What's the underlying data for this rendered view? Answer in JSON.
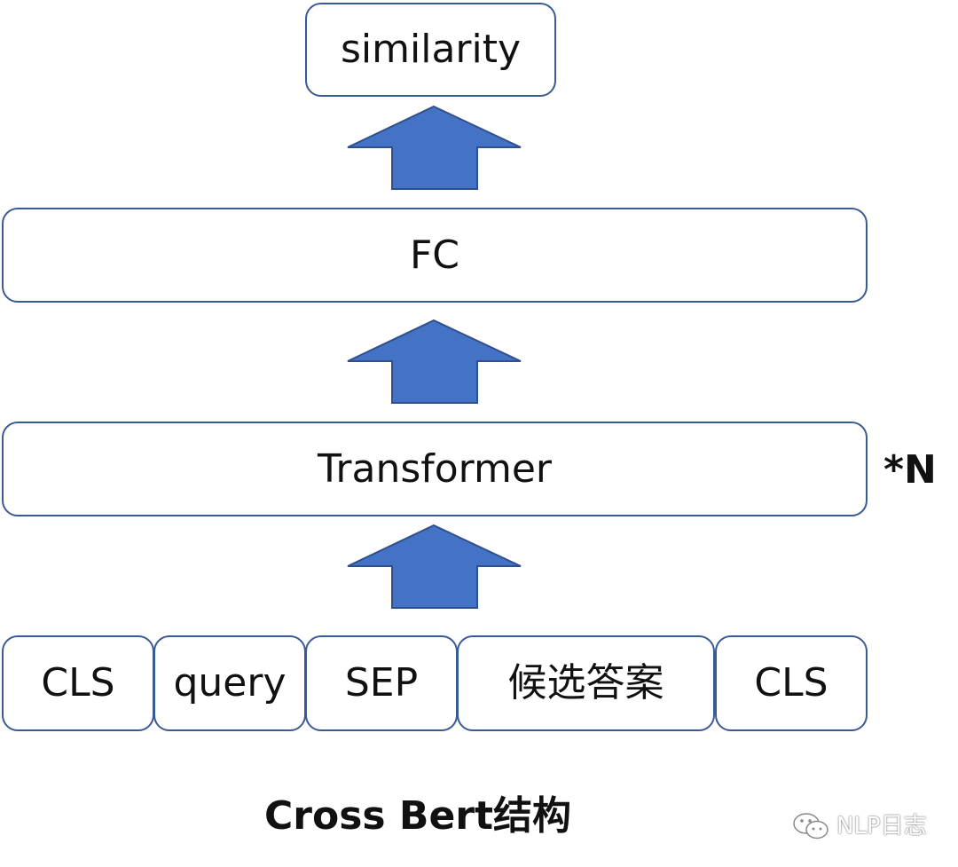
{
  "output_box": {
    "label": "similarity"
  },
  "fc_box": {
    "label": "FC"
  },
  "transformer_box": {
    "label": "Transformer",
    "repeat_note": "*N"
  },
  "input_tokens": [
    {
      "label": "CLS"
    },
    {
      "label": "query"
    },
    {
      "label": "SEP"
    },
    {
      "label": "候选答案"
    },
    {
      "label": "CLS"
    }
  ],
  "caption": "Cross Bert结构",
  "watermark": {
    "text": "NLP日志",
    "icon": "wechat-icon"
  },
  "colors": {
    "arrow_fill": "#4472c4",
    "arrow_stroke": "#2f4f8f",
    "box_border": "#3a5a96"
  }
}
